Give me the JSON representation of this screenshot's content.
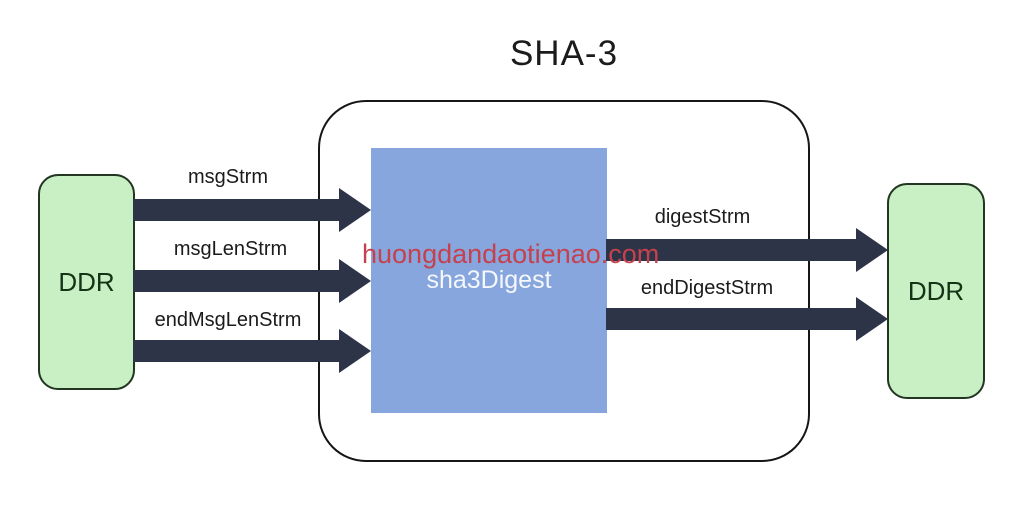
{
  "title": "SHA-3",
  "watermark": "huongdandaotienao.com",
  "core": {
    "label": "sha3Digest"
  },
  "left_block": {
    "label": "DDR"
  },
  "right_block": {
    "label": "DDR"
  },
  "inputs": [
    {
      "label": "msgStrm"
    },
    {
      "label": "msgLenStrm"
    },
    {
      "label": "endMsgLenStrm"
    }
  ],
  "outputs": [
    {
      "label": "digestStrm"
    },
    {
      "label": "endDigestStrm"
    }
  ],
  "colors": {
    "arrow": "#2d3447",
    "core_fill": "#87a6de",
    "core_text": "#f5f7fa",
    "ddr_fill": "#c9f0c4",
    "ddr_border": "#223622",
    "wrapper_border": "#161616",
    "watermark_text": "#c4414d",
    "label_text": "#1b1b1b"
  }
}
